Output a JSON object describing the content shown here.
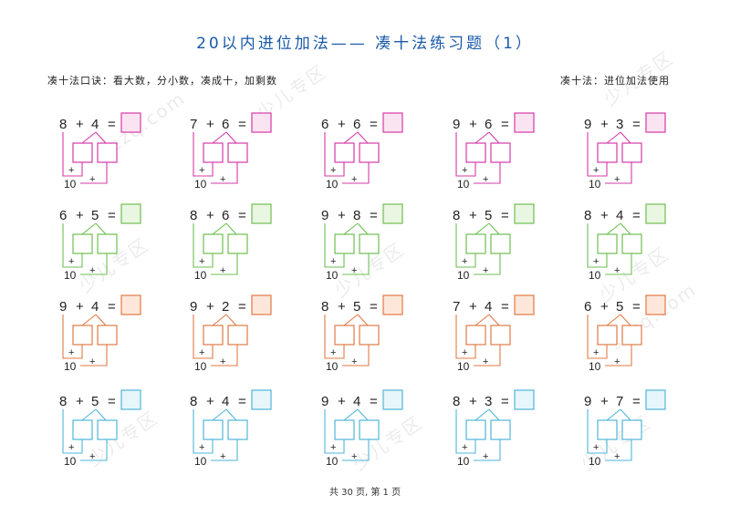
{
  "title": "20以内进位加法—— 凑十法练习题（1）",
  "mnemonic": "凑十法口诀：看大数，分小数，凑成十，加剩数",
  "method_note": "凑十法：进位加法使用",
  "footer": {
    "pages": "共 30 页,",
    "current": "第 1 页"
  },
  "watermark": {
    "name": "少儿专区",
    "site": "sezq.com"
  },
  "labels": {
    "ten": "10",
    "plus": "+",
    "equals": "="
  },
  "row_colors": [
    "#d63aa8",
    "#6fbf52",
    "#e07a45",
    "#4fb6d8"
  ],
  "answer_fills": [
    "#fbe4f1",
    "#e9f6e1",
    "#fde7da",
    "#e6f6fb"
  ],
  "problems": [
    [
      {
        "a": 8,
        "b": 4
      },
      {
        "a": 7,
        "b": 6
      },
      {
        "a": 6,
        "b": 6
      },
      {
        "a": 9,
        "b": 6
      },
      {
        "a": 9,
        "b": 3
      }
    ],
    [
      {
        "a": 6,
        "b": 5
      },
      {
        "a": 8,
        "b": 6
      },
      {
        "a": 9,
        "b": 8
      },
      {
        "a": 8,
        "b": 5
      },
      {
        "a": 8,
        "b": 4
      }
    ],
    [
      {
        "a": 9,
        "b": 4
      },
      {
        "a": 9,
        "b": 2
      },
      {
        "a": 8,
        "b": 5
      },
      {
        "a": 7,
        "b": 4
      },
      {
        "a": 6,
        "b": 5
      }
    ],
    [
      {
        "a": 8,
        "b": 5
      },
      {
        "a": 8,
        "b": 4
      },
      {
        "a": 9,
        "b": 4
      },
      {
        "a": 8,
        "b": 3
      },
      {
        "a": 9,
        "b": 7
      }
    ]
  ]
}
